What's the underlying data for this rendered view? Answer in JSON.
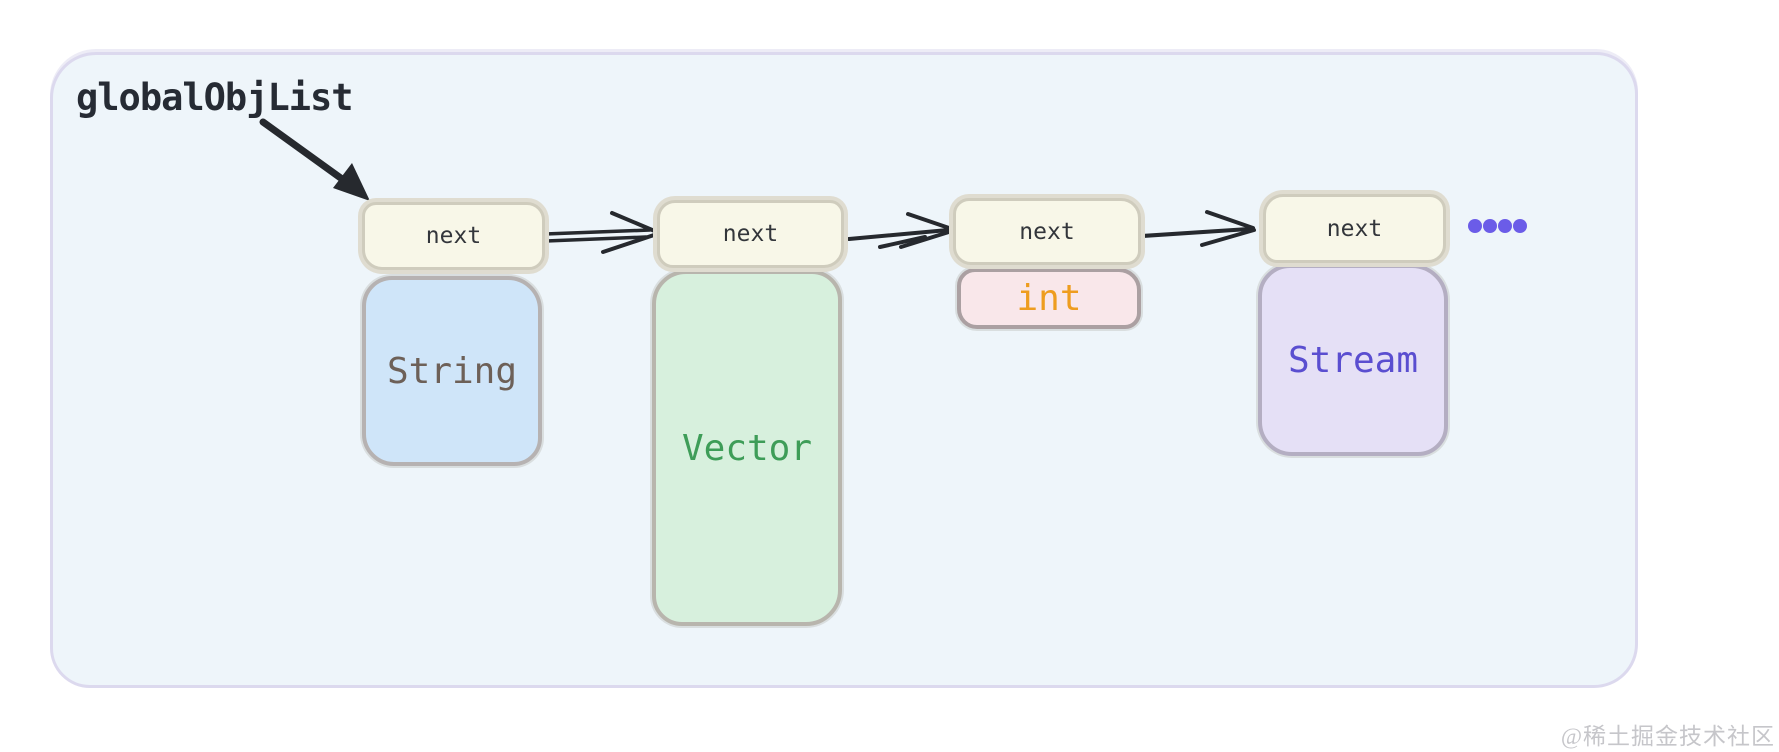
{
  "label": {
    "text": "globalObjList"
  },
  "nodes": [
    {
      "next_label": "next",
      "payload": {
        "text": "String",
        "bg": "#cfe5f9",
        "text_color": "#6d6058"
      }
    },
    {
      "next_label": "next",
      "payload": {
        "text": "Vector",
        "bg": "#d7f0dd",
        "text_color": "#3e9d58"
      }
    },
    {
      "next_label": "next",
      "payload": {
        "text": "int",
        "bg": "#f9e7ea",
        "text_color": "#ee9d1f"
      }
    },
    {
      "next_label": "next",
      "payload": {
        "text": "Stream",
        "bg": "#e5e0f6",
        "text_color": "#5a4ed0"
      }
    }
  ],
  "ellipsis": {
    "dot_count": 4,
    "color": "#6b5ce8"
  },
  "watermark": {
    "text": "@稀土掘金技术社区"
  },
  "colors": {
    "frame_bg": "#eef5fa",
    "frame_border": "#dcd9ee",
    "next_box_bg": "#f8f7e8",
    "arrow": "#26292e"
  }
}
